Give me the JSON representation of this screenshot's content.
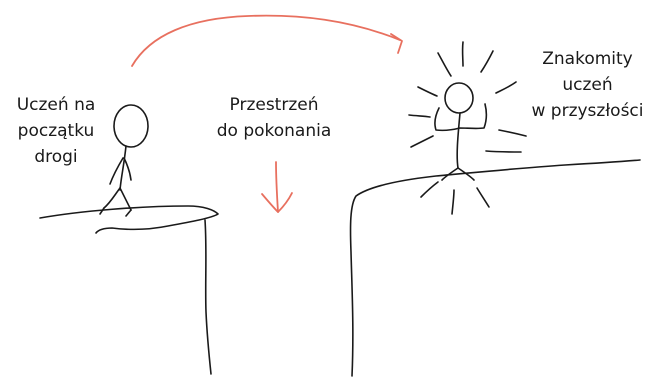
{
  "labels": {
    "start": "Uczeń na\npoczątku\ndrogi",
    "gap": "Przestrzeń\ndo pokonania",
    "goal": "Znakomity\nuczeń\nw przyszłości"
  },
  "colors": {
    "ink": "#1a1a1a",
    "accent": "#e8705f"
  }
}
